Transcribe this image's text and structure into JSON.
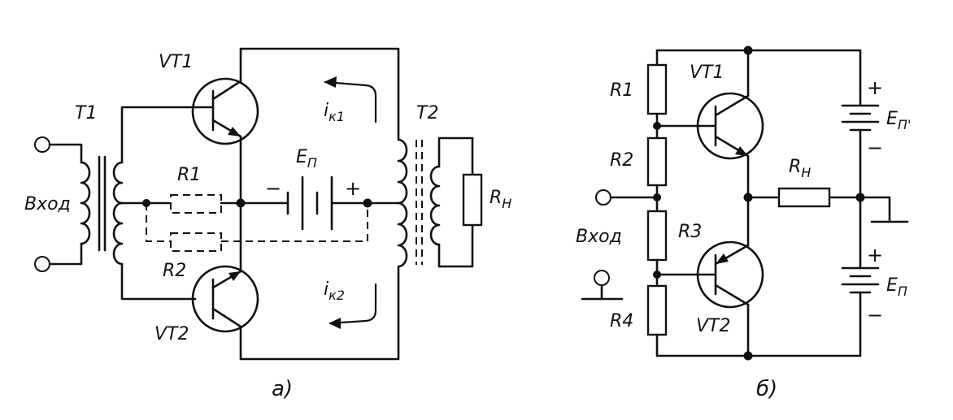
{
  "left_circuit": {
    "caption": "а)",
    "transistor_top": "VT1",
    "transistor_bottom": "VT2",
    "transformer_in": "T1",
    "transformer_out": "T2",
    "resistor_1": "R1",
    "resistor_2": "R2",
    "input_label": "Вход",
    "battery": {
      "symbol": "E",
      "subscript": "П",
      "minus": "−",
      "plus": "+"
    },
    "current_1": {
      "symbol": "i",
      "subscript": "к1"
    },
    "current_2": {
      "symbol": "i",
      "subscript": "к2"
    },
    "load": {
      "symbol": "R",
      "subscript": "Н"
    }
  },
  "right_circuit": {
    "caption": "б)",
    "transistor_top": "VT1",
    "transistor_bottom": "VT2",
    "resistor_1": "R1",
    "resistor_2": "R2",
    "resistor_3": "R3",
    "resistor_4": "R4",
    "input_label": "Вход",
    "load": {
      "symbol": "R",
      "subscript": "Н"
    },
    "battery_top": {
      "symbol": "E",
      "subscript": "П'",
      "plus": "+",
      "minus": "−"
    },
    "battery_bottom": {
      "symbol": "E",
      "subscript": "П",
      "plus": "+",
      "minus": "−"
    }
  }
}
